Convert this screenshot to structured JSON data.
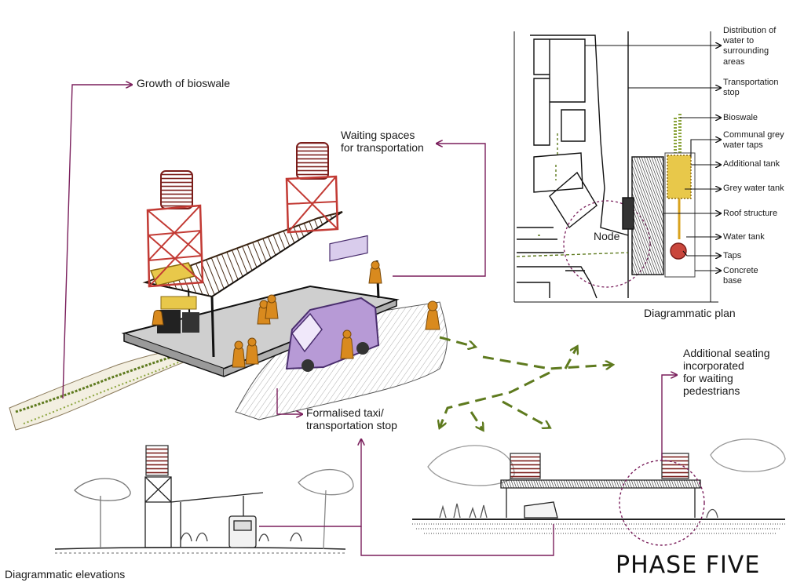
{
  "labels": {
    "growth_of_bioswale": "Growth of bioswale",
    "waiting_spaces": "Waiting spaces\nfor transportation",
    "formalised_taxi": "Formalised taxi/\ntransportation stop",
    "additional_seating": "Additional seating\nincorporated\nfor waiting\npedestrians",
    "node": "Node",
    "diagrammatic_plan": "Diagrammatic plan",
    "diagrammatic_elevations": "Diagrammatic elevations",
    "phase_title": "PHASE FIVE"
  },
  "plan_legend": [
    "Distribution of\nwater to\nsurrounding\nareas",
    "Transportation\nstop",
    "Bioswale",
    "Communal grey\nwater taps",
    "Additional tank",
    "Grey water tank",
    "Roof structure",
    "Water tank",
    "Taps",
    "Concrete\nbase"
  ],
  "colors": {
    "leader_purple": "#7a1f5c",
    "tank_red": "#b8322e",
    "roof_brown": "#5a3a22",
    "van_purple": "#8f6bb3",
    "person_orange": "#d98a1e",
    "bioswale_green": "#5e7a1e",
    "slab_grey": "#cfcfcf"
  }
}
